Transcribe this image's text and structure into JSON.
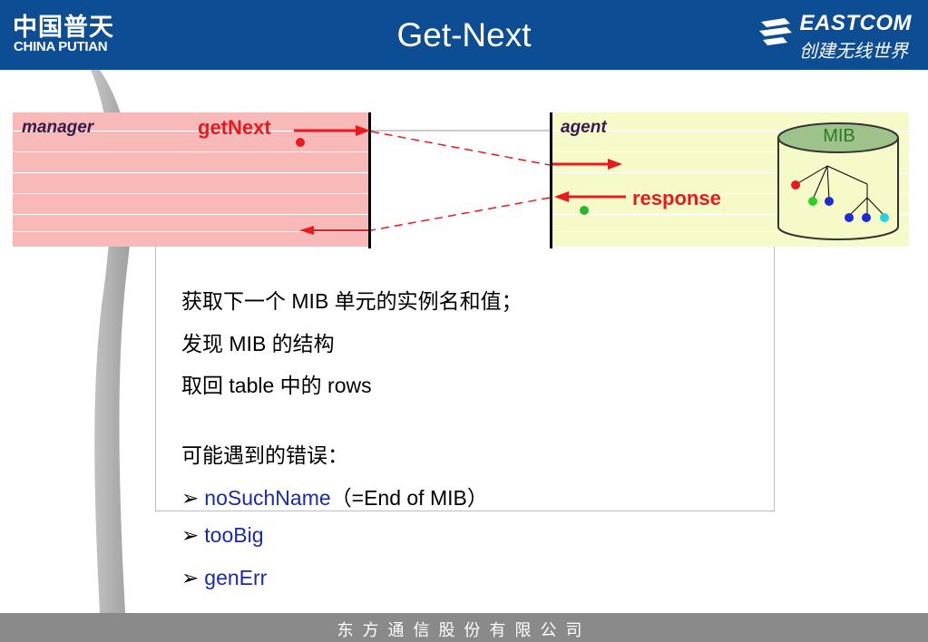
{
  "header": {
    "logo_cn": "中国普天",
    "logo_en": "CHINA PUTIAN",
    "title": "Get-Next",
    "brand": "EASTCOM",
    "brand_slogan": "创建无线世界"
  },
  "diagram": {
    "manager_label": "manager",
    "agent_label": "agent",
    "request_label": "getNext",
    "response_label": "response",
    "mib_label": "MIB"
  },
  "content": {
    "line1": "获取下一个 MIB 单元的实例名和值；",
    "line2": "发现 MIB 的结构",
    "line3": "取回 table 中的 rows",
    "errors_heading": "可能遇到的错误：",
    "errors": [
      {
        "name": "noSuchName",
        "note": "（=End of MIB）"
      },
      {
        "name": "tooBig",
        "note": ""
      },
      {
        "name": "genErr",
        "note": ""
      }
    ]
  },
  "footer": {
    "company": "东方通信股份有限公司"
  },
  "colors": {
    "header_bg": "#0d4d93",
    "manager_bg": "#f8b9b9",
    "agent_bg": "#f5fac8",
    "arrow_red": "#e8191f",
    "error_text": "#1c2aa8",
    "footer_bg": "#8a8a8a"
  }
}
